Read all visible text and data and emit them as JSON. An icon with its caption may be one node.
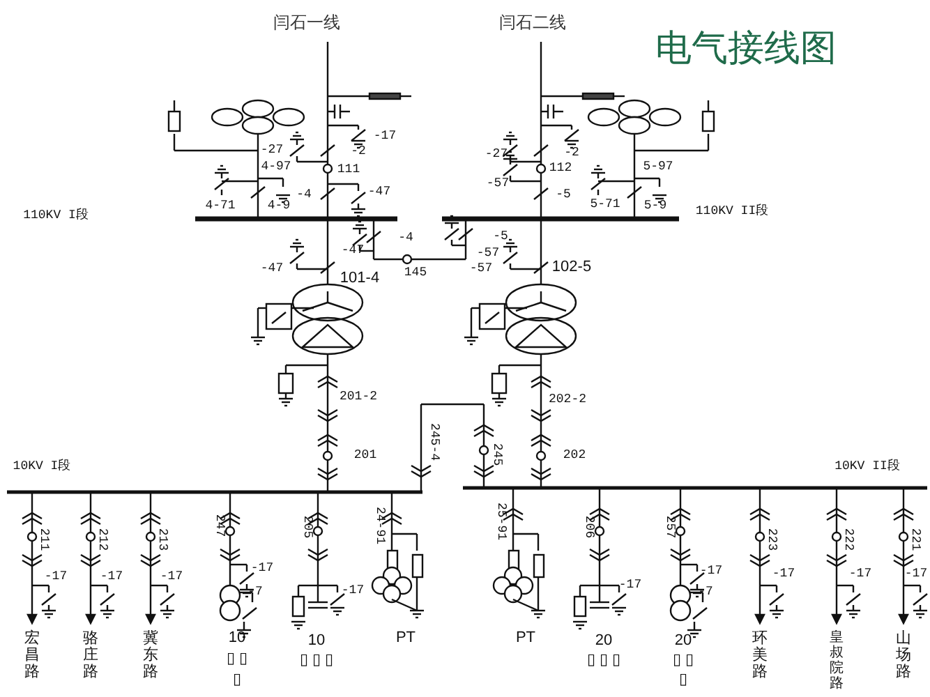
{
  "diagram": {
    "title": "电气接线图",
    "labels": [
      "闫石一线",
      "闫石二线",
      "-17",
      "-27",
      "-2",
      "4-97",
      "111",
      "-4",
      "-47",
      "4-71",
      "4-9",
      "110KV I段",
      "-27",
      "-2",
      "112",
      "-57",
      "-5",
      "5-97",
      "5-71",
      "5-9",
      "110KV II段",
      "-4",
      "-47",
      "-5",
      "-57",
      "-47",
      "145",
      "-57",
      "101-4",
      "102-5",
      "201-2",
      "202-2",
      "201",
      "245-4",
      "245",
      "202",
      "10KV I段",
      "10KV II段",
      "211",
      "-17",
      "宏昌路",
      "212",
      "-17",
      "骆庄路",
      "213",
      "-17",
      "冀东路",
      "247",
      "-17",
      "-7",
      "10",
      "▯ ▯",
      "▯",
      "205",
      "-17",
      "10",
      "▯ ▯ ▯",
      "24-91",
      "PT",
      "25-91",
      "PT",
      "206",
      "-17",
      "20",
      "▯ ▯ ▯",
      "257",
      "-17",
      "-7",
      "20",
      "▯ ▯",
      "▯",
      "223",
      "-17",
      "环美路",
      "222",
      "-17",
      "皇叔院路",
      "221",
      "-17",
      "山场路"
    ]
  }
}
